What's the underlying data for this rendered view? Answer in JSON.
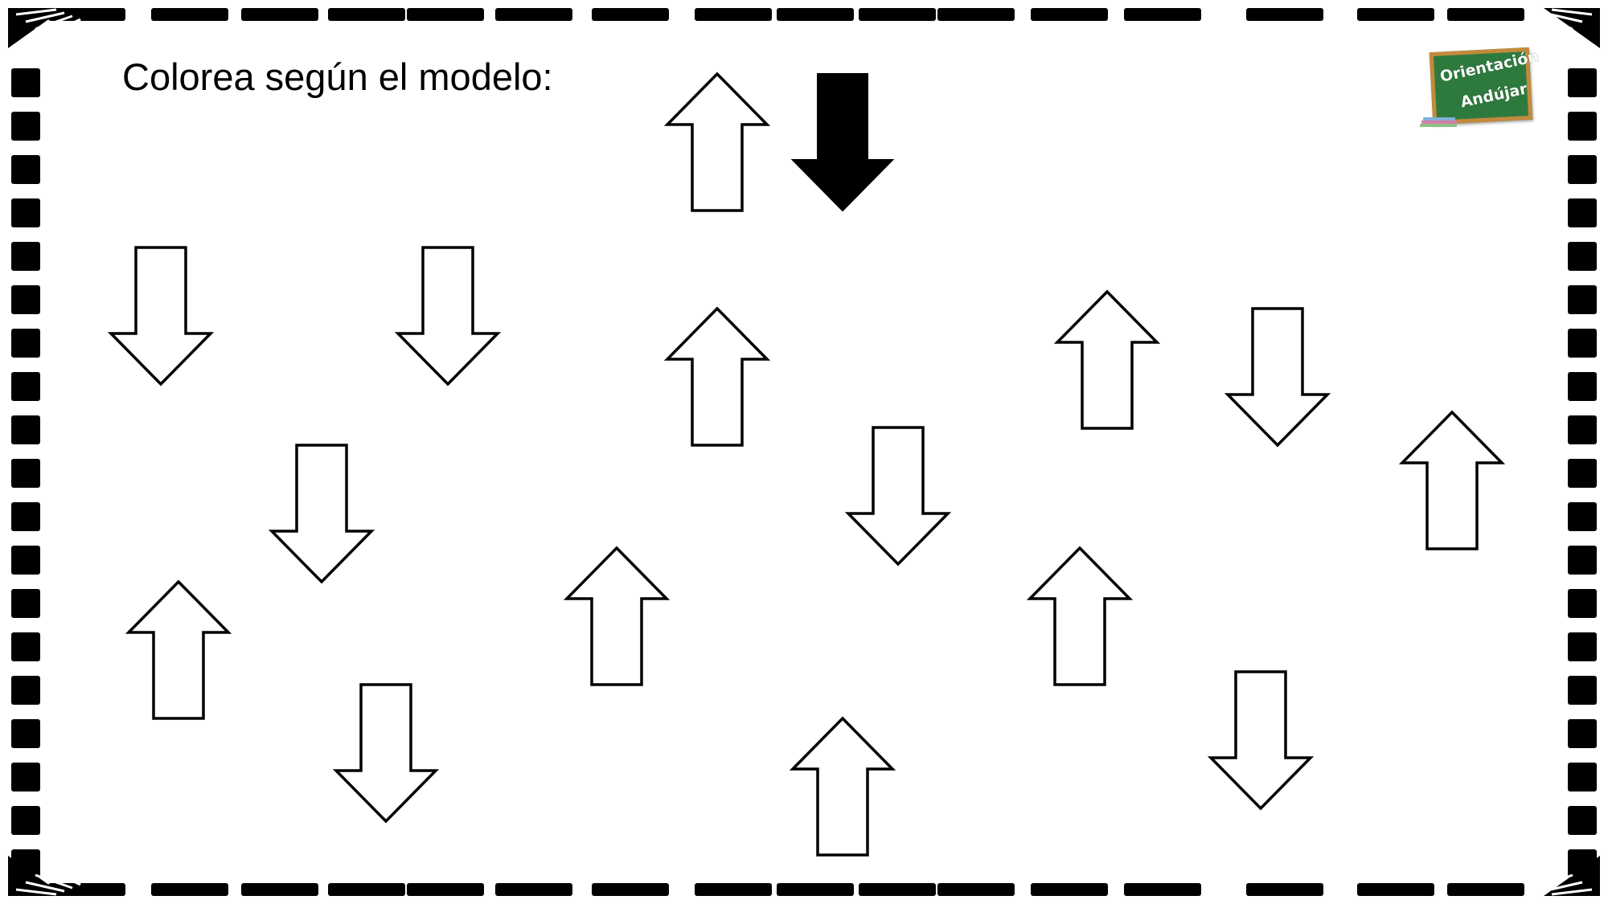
{
  "instruction": "Colorea según el modelo:",
  "logo": {
    "line1": "Orientación",
    "line2": "Andújar",
    "board_color": "#2e7a3e",
    "frame_color": "#c48a3c"
  },
  "model_arrows": [
    {
      "direction": "up",
      "filled": false
    },
    {
      "direction": "down",
      "filled": true
    }
  ],
  "arrows": [
    {
      "direction": "down"
    },
    {
      "direction": "down"
    },
    {
      "direction": "up"
    },
    {
      "direction": "up"
    },
    {
      "direction": "down"
    },
    {
      "direction": "up"
    },
    {
      "direction": "down"
    },
    {
      "direction": "down"
    },
    {
      "direction": "up"
    },
    {
      "direction": "up"
    },
    {
      "direction": "up"
    },
    {
      "direction": "down"
    },
    {
      "direction": "up"
    },
    {
      "direction": "down"
    }
  ],
  "colors": {
    "ink": "#000000",
    "background": "#ffffff"
  }
}
